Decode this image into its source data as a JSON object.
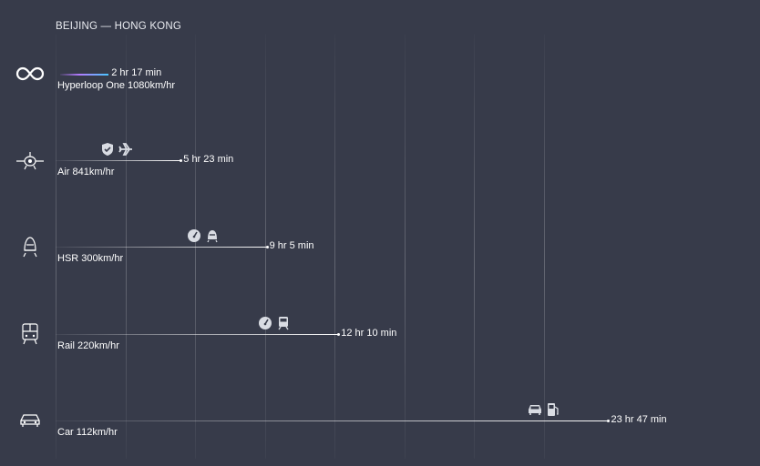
{
  "route_title": "BEIJING — HONG KONG",
  "chart_data": {
    "type": "bar",
    "orientation": "horizontal",
    "title": "BEIJING — HONG KONG",
    "xlim_hours": [
      0,
      31.1
    ],
    "grid": true,
    "categories": [
      "Hyperloop One 1080km/hr",
      "Air 841km/hr",
      "HSR 300km/hr",
      "Rail 220km/hr",
      "Car 112km/hr"
    ],
    "series": [
      {
        "values_hours": [
          2.283,
          5.383,
          9.083,
          12.167,
          23.783
        ],
        "labels": [
          "2 hr 17 min",
          "5 hr 23 min",
          "9 hr 5 min",
          "12 hr 10 min",
          "23 hr 47 min"
        ]
      }
    ]
  },
  "rows": [
    {
      "mode_label": "Hyperloop One 1080km/hr",
      "time_label": "2 hr 17 min",
      "mode_icon": "infinity-icon",
      "badges": [],
      "accent": [
        "#b37bff",
        "#49c6ff"
      ]
    },
    {
      "mode_label": "Air 841km/hr",
      "time_label": "5 hr 23 min",
      "mode_icon": "airplane-front-icon",
      "badges": [
        "shield-check-icon",
        "airplane-icon"
      ]
    },
    {
      "mode_label": "HSR 300km/hr",
      "time_label": "9 hr 5 min",
      "mode_icon": "bullet-train-icon",
      "badges": [
        "speedometer-icon",
        "bullet-train-icon"
      ]
    },
    {
      "mode_label": "Rail 220km/hr",
      "time_label": "12 hr 10 min",
      "mode_icon": "train-icon",
      "badges": [
        "speedometer-icon",
        "train-icon"
      ]
    },
    {
      "mode_label": "Car 112km/hr",
      "time_label": "23 hr 47 min",
      "mode_icon": "car-icon",
      "badges": [
        "car-icon",
        "fuel-pump-icon"
      ]
    }
  ],
  "colors": {
    "background": "#373b4a",
    "bar": "#ffffff",
    "text": "#ffffff"
  }
}
